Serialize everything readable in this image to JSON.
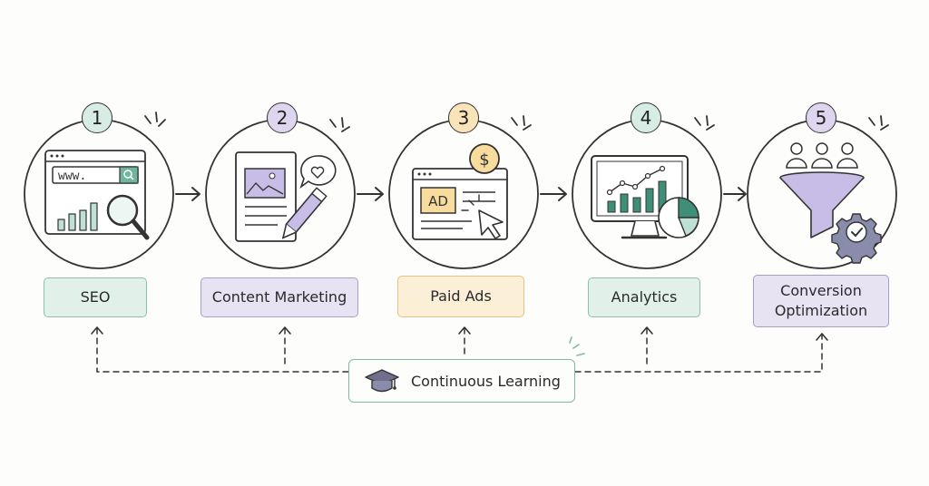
{
  "steps": [
    {
      "number": "1",
      "label": "SEO",
      "icon": "search-browser-icon",
      "color": "#e2f0ea",
      "border": "#8cbfae"
    },
    {
      "number": "2",
      "label": "Content Marketing",
      "icon": "document-pencil-icon",
      "color": "#e8e3f3",
      "border": "#a99cc9"
    },
    {
      "number": "3",
      "label": "Paid Ads",
      "icon": "ad-click-icon",
      "color": "#fbefd8",
      "border": "#e3c387"
    },
    {
      "number": "4",
      "label": "Analytics",
      "icon": "monitor-chart-icon",
      "color": "#e2f0ea",
      "border": "#8cbfae"
    },
    {
      "number": "5",
      "label": "Conversion Optimization",
      "icon": "funnel-gear-icon",
      "color": "#e8e3f3",
      "border": "#a99cc9"
    }
  ],
  "icon_text": {
    "www": "www.",
    "ad": "AD",
    "dollar": "$"
  },
  "learning": {
    "label": "Continuous Learning",
    "icon": "graduation-cap-icon"
  },
  "colors": {
    "teal": "#7fb9a5",
    "purple": "#a99cc9",
    "gold": "#f0c97c",
    "line": "#333333"
  }
}
